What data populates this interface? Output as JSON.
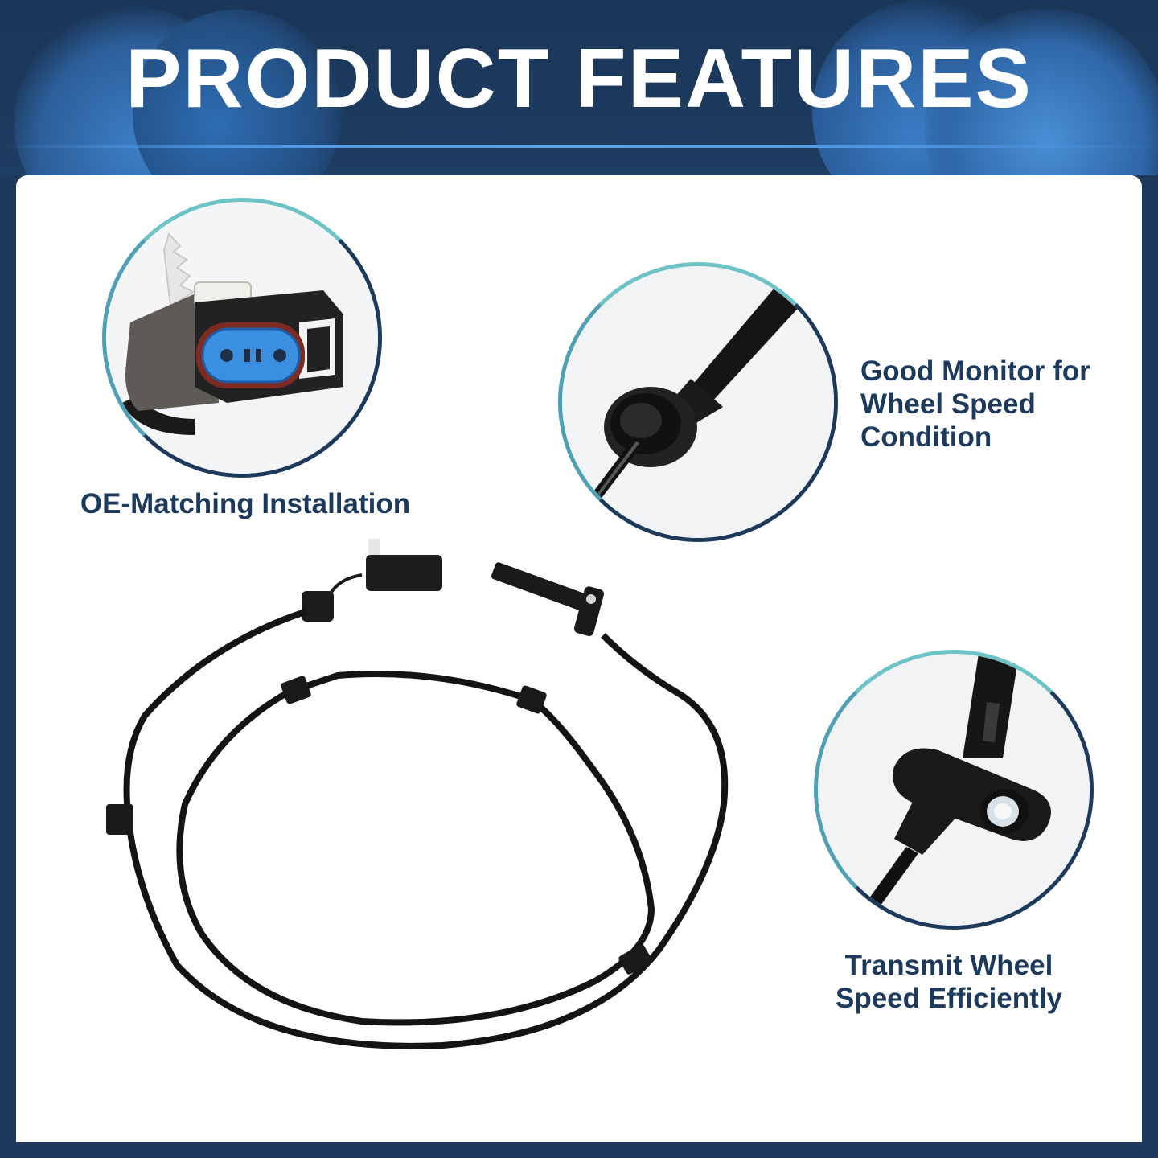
{
  "header": {
    "title": "PRODUCT FEATURES"
  },
  "features": [
    {
      "label": "OE-Matching Installation",
      "icon": "connector-closeup-icon"
    },
    {
      "label_lines": [
        "Good Monitor for",
        "Wheel Speed",
        "Condition"
      ],
      "icon": "grommet-closeup-icon"
    },
    {
      "label_lines": [
        "Transmit Wheel",
        "Speed Efficiently"
      ],
      "icon": "sensor-head-closeup-icon"
    }
  ],
  "colors": {
    "header_bg": "#1d3a5c",
    "label_text": "#1d3a5c",
    "accent_blue": "#4f95e0",
    "connector_blue": "#3b8fe0",
    "ring_teal": "#6ec3c6"
  }
}
